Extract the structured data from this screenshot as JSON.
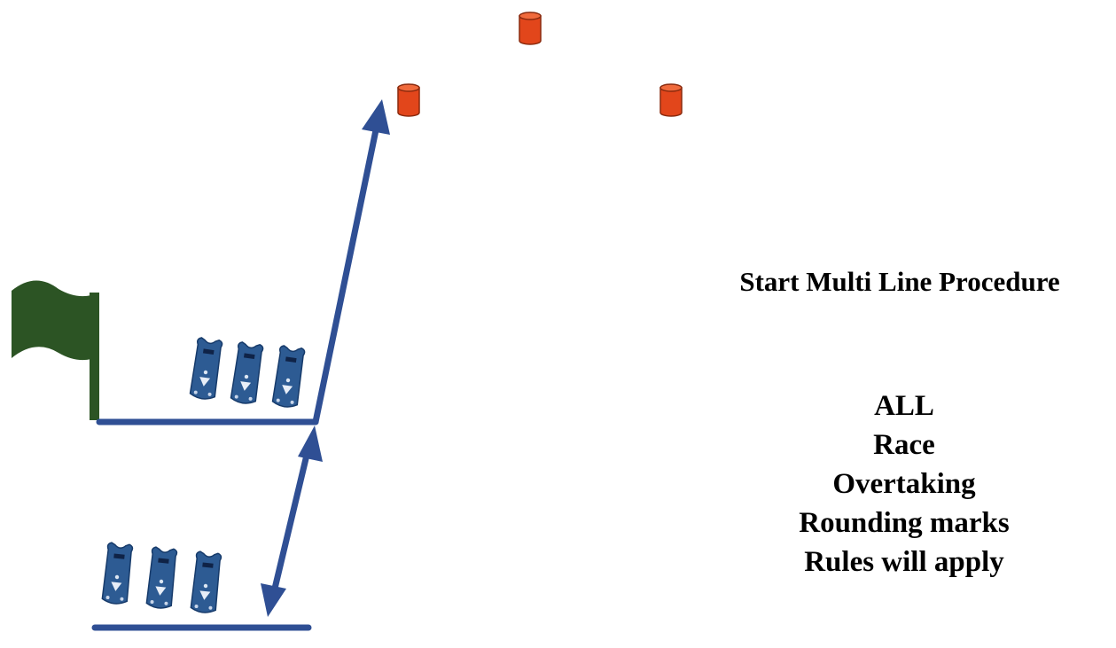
{
  "title": "Start Multi Line Procedure",
  "rules_lines": [
    "ALL",
    "Race",
    "Overtaking",
    "Rounding marks",
    "Rules will apply"
  ],
  "colors": {
    "line": "#2f4f94",
    "flag": "#2c5424",
    "mark": "#e2461b",
    "mark_outline": "#8a2a0e",
    "boat_body": "#2d5b93",
    "boat_outline": "#163a6a"
  },
  "icons": {
    "flag": "start-flag-icon",
    "mark": "race-mark-buoy-icon",
    "boat": "rc-sailboat-icon"
  }
}
